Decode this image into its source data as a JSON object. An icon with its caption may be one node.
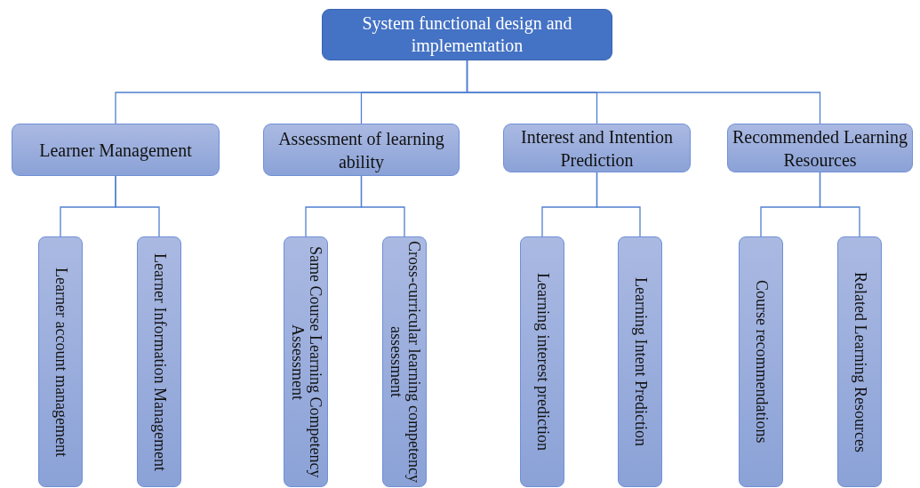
{
  "diagram": {
    "nodes": [
      {
        "text": [
          "System functional design and implementation"
        ]
      },
      {
        "text": [
          "Learner Management"
        ]
      },
      {
        "text": [
          "Assessment of learning ability"
        ]
      },
      {
        "text": [
          "Interest and Intention Prediction"
        ]
      },
      {
        "text": [
          "Recommended Learning Resources"
        ]
      },
      {
        "text": [
          "Learner account management"
        ]
      },
      {
        "text": [
          "Learner Information Management"
        ]
      },
      {
        "text": [
          "Same Course Learning Competency Assessment"
        ]
      },
      {
        "text": [
          "Cross-curricular learning competency assessment"
        ]
      },
      {
        "text": [
          "Learning interest prediction"
        ]
      },
      {
        "text": [
          "Learning Intent Prediction"
        ]
      },
      {
        "text": [
          "Course recommendations"
        ]
      },
      {
        "text": [
          "Related Learning Resources"
        ]
      }
    ],
    "edges": [
      {
        "from": 0,
        "to": 1,
        "arrow": "none"
      },
      {
        "from": 0,
        "to": 2,
        "arrow": "none"
      },
      {
        "from": 0,
        "to": 3,
        "arrow": "none"
      },
      {
        "from": 0,
        "to": 4,
        "arrow": "none"
      },
      {
        "from": 1,
        "to": 5,
        "arrow": "none"
      },
      {
        "from": 1,
        "to": 6,
        "arrow": "none"
      },
      {
        "from": 2,
        "to": 7,
        "arrow": "none"
      },
      {
        "from": 2,
        "to": 8,
        "arrow": "none"
      },
      {
        "from": 3,
        "to": 9,
        "arrow": "none"
      },
      {
        "from": 3,
        "to": 10,
        "arrow": "none"
      },
      {
        "from": 4,
        "to": 11,
        "arrow": "none"
      },
      {
        "from": 4,
        "to": 12,
        "arrow": "none"
      }
    ]
  }
}
